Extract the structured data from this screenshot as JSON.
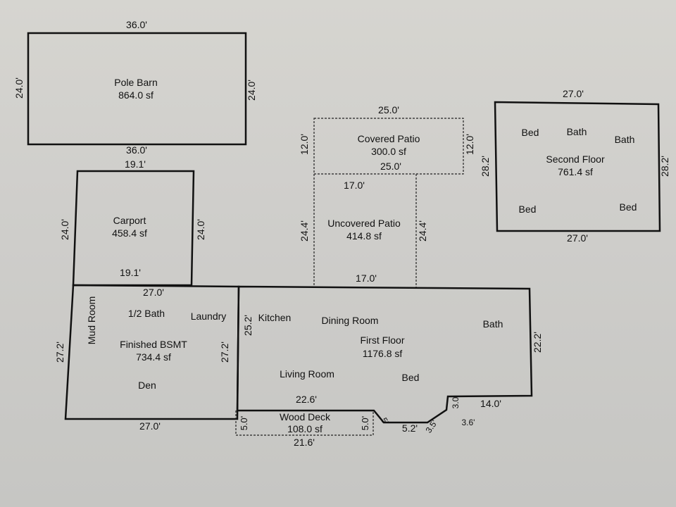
{
  "pole_barn": {
    "name": "Pole Barn",
    "area": "864.0 sf",
    "top": "36.0'",
    "bottom": "36.0'",
    "left": "24.0'",
    "right": "24.0'"
  },
  "carport": {
    "name": "Carport",
    "area": "458.4 sf",
    "top": "19.1'",
    "bottom": "19.1'",
    "left": "24.0'",
    "right": "24.0'"
  },
  "basement": {
    "name": "Finished BSMT",
    "area": "734.4 sf",
    "top": "27.0'",
    "bottom": "27.0'",
    "left": "27.2'",
    "right": "27.2'",
    "rooms": [
      "Mud Room",
      "1/2 Bath",
      "Laundry",
      "Den"
    ]
  },
  "covered_patio": {
    "name": "Covered Patio",
    "area": "300.0 sf",
    "top": "25.0'",
    "bottom": "25.0'",
    "left": "12.0'",
    "right": "12.0'"
  },
  "uncovered_patio": {
    "name": "Uncovered Patio",
    "area": "414.8 sf",
    "top": "17.0'",
    "bottom": "17.0'",
    "left": "24.4'",
    "right": "24.4'"
  },
  "second_floor": {
    "name": "Second Floor",
    "area": "761.4 sf",
    "top": "27.0'",
    "bottom": "27.0'",
    "left": "28.2'",
    "right": "28.2'",
    "rooms": [
      "Bed",
      "Bath",
      "Bath",
      "Bed",
      "Bed"
    ]
  },
  "first_floor": {
    "name": "First Floor",
    "area": "1176.8 sf",
    "left": "25.2'",
    "right": "22.2'",
    "bottom": "22.6'",
    "step": "14.0'",
    "step_h": "3.0",
    "bevel_a": "5'",
    "bevel_b": "5.2'",
    "bevel_c": "3.5'",
    "bevel_d": "3.6'",
    "rooms": [
      "Kitchen",
      "Dining Room",
      "Bath",
      "Living Room",
      "Bed"
    ]
  },
  "wood_deck": {
    "name": "Wood Deck",
    "area": "108.0 sf",
    "bottom": "21.6'",
    "left": "5.0'",
    "right": "5.0'"
  }
}
